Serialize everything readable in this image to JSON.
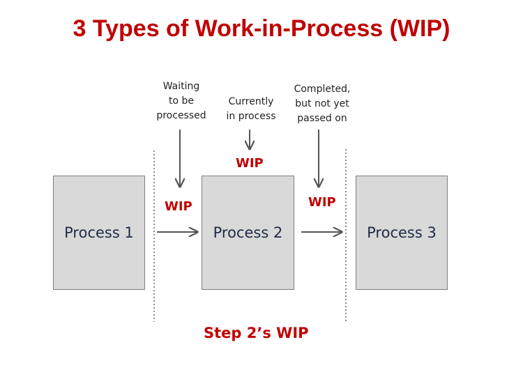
{
  "title": "3 Types of Work-in-Process (WIP)",
  "processes": [
    "Process 1",
    "Process 2",
    "Process 3"
  ],
  "notes": {
    "waiting": [
      "Waiting",
      "to be",
      "processed"
    ],
    "current": [
      "Currently",
      "in process"
    ],
    "completed": [
      "Completed,",
      "but not yet",
      "passed on"
    ]
  },
  "wip_labels": {
    "before": "WIP",
    "inside": "WIP",
    "after": "WIP"
  },
  "footer": "Step 2’s WIP",
  "colors": {
    "accent_red": "#c00000",
    "box_fill": "#d9d9d9",
    "box_text": "#1f2a44",
    "arrow": "#555555"
  }
}
